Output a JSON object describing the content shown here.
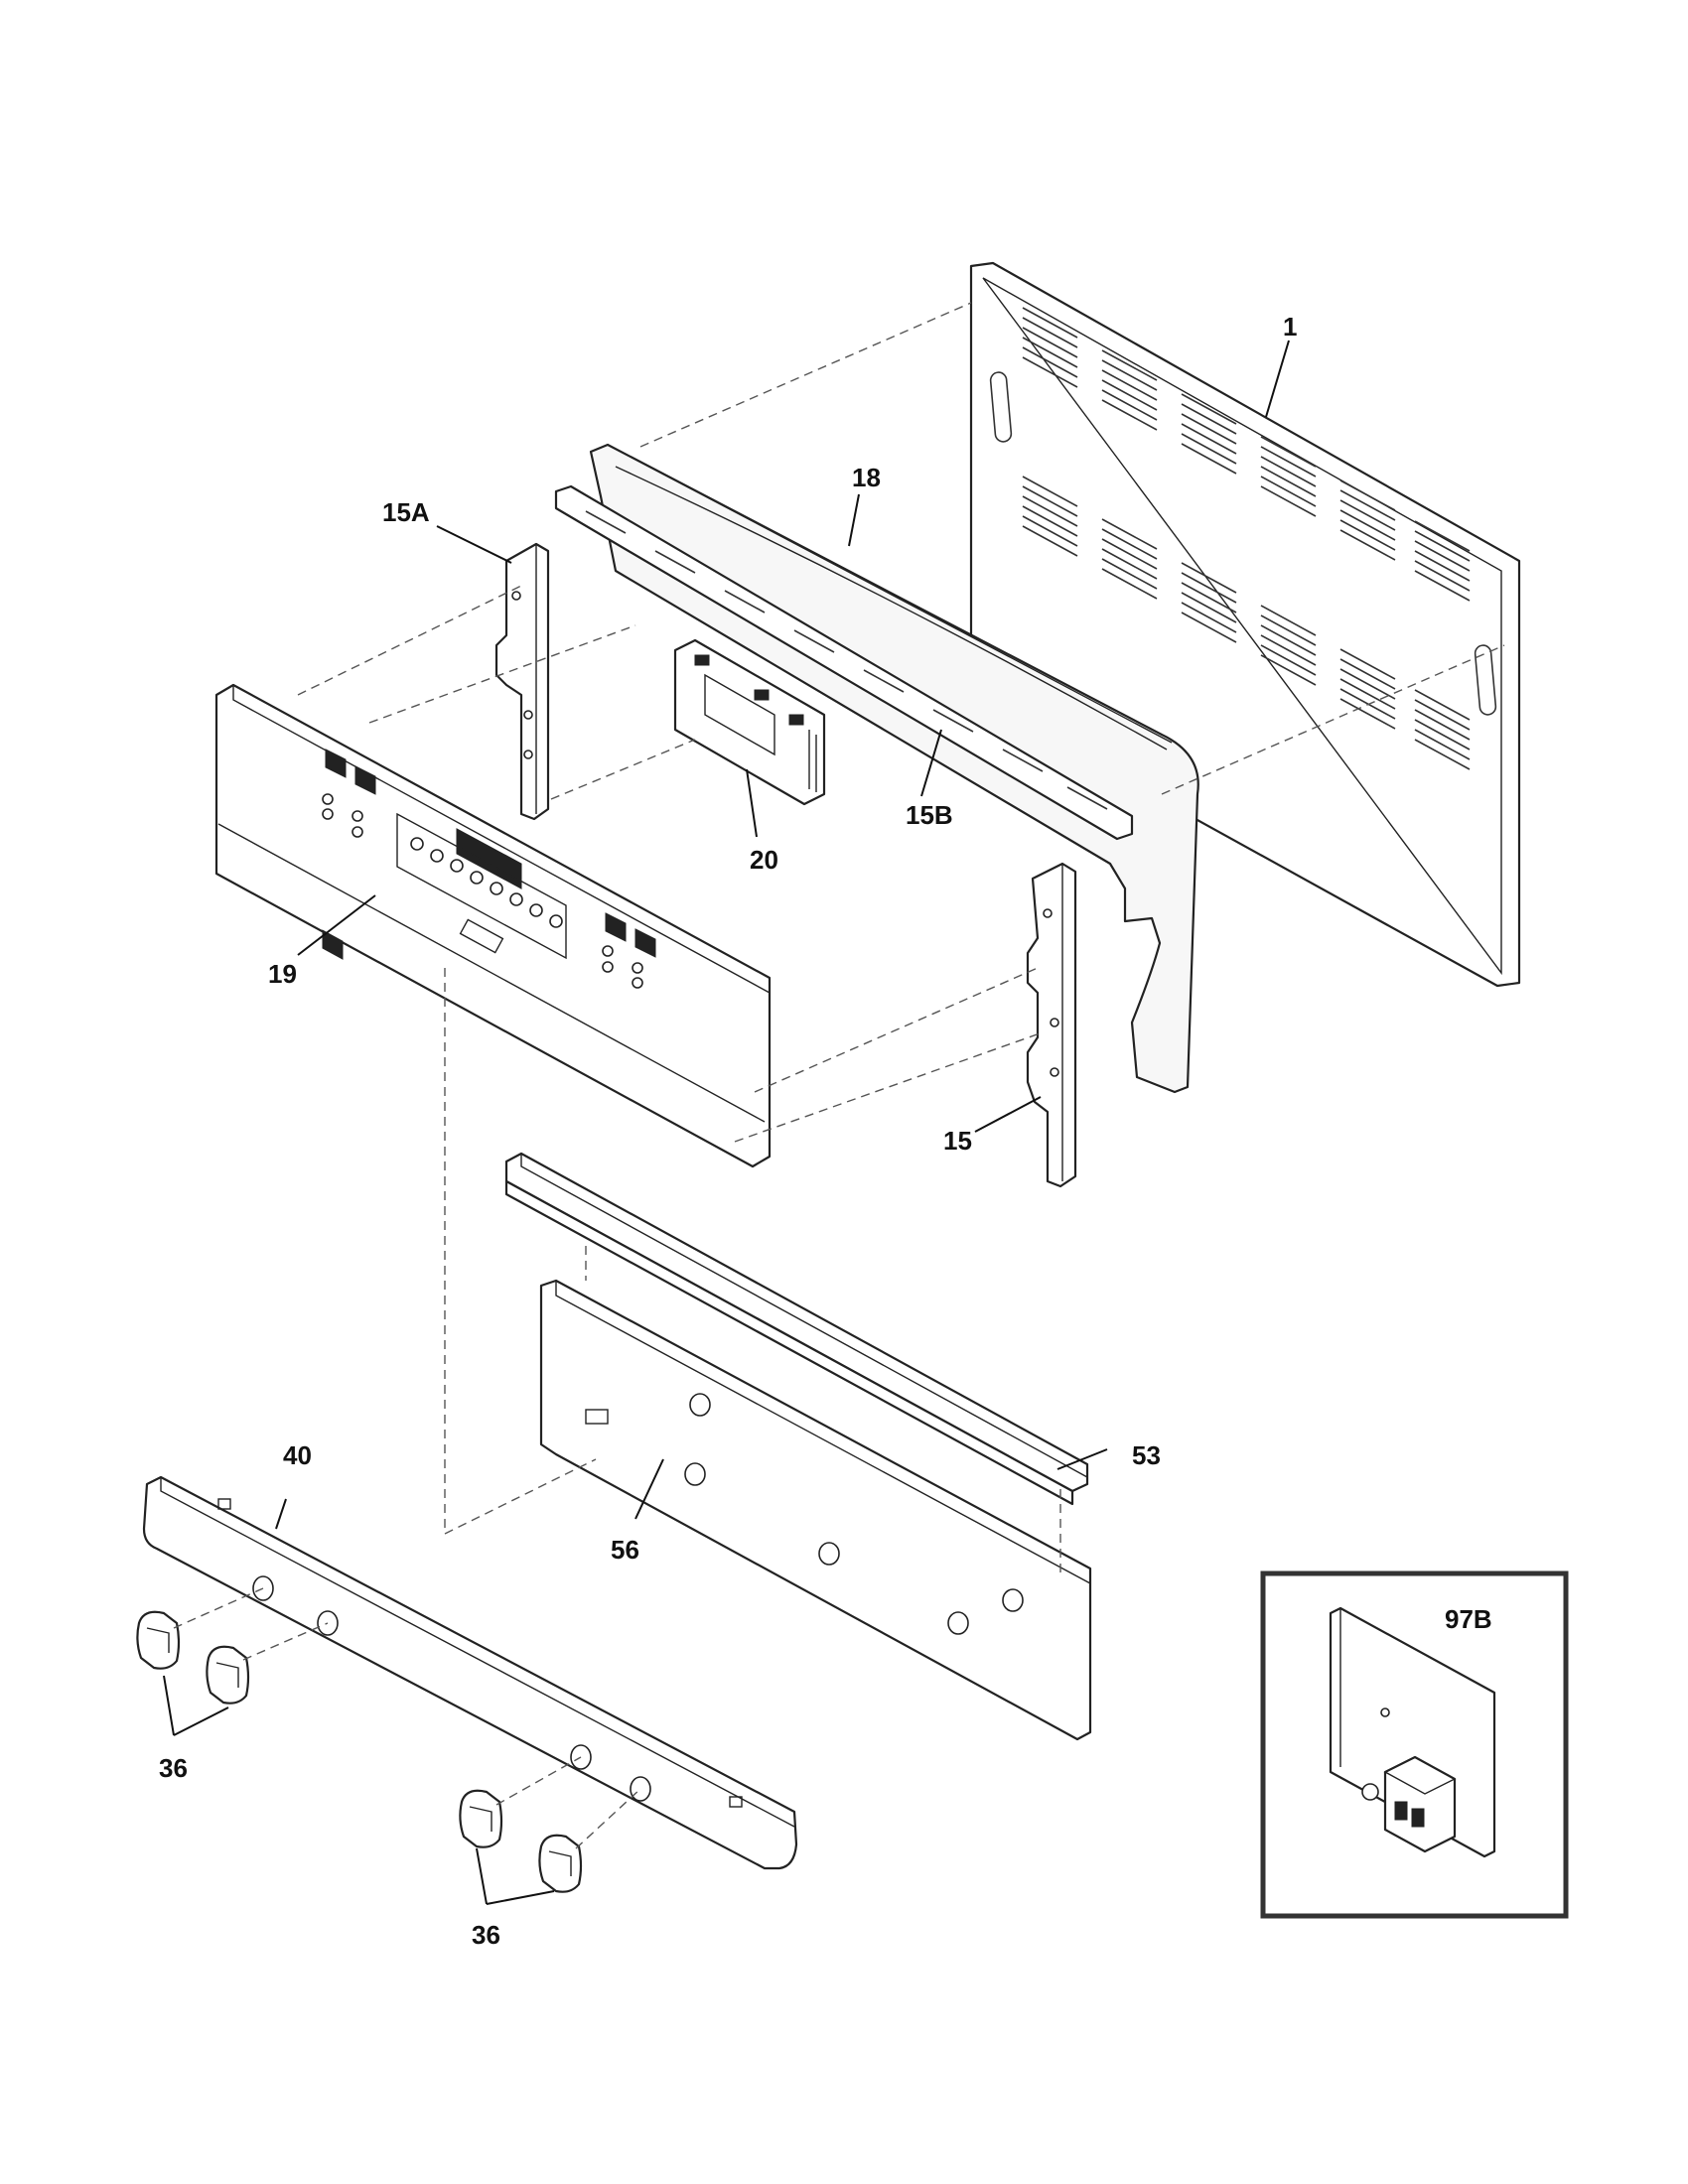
{
  "diagram": {
    "callouts": {
      "back_panel": "1",
      "end_cap": "18",
      "bracket_left": "15A",
      "bracket_right": "15",
      "trim": "15B",
      "control_board": "20",
      "control_panel": "19",
      "manifold_panel": "40",
      "knobs_left": "36",
      "knobs_right": "36",
      "manifold_bracket": "53",
      "heat_shield": "56",
      "inset_part": "97B"
    }
  }
}
